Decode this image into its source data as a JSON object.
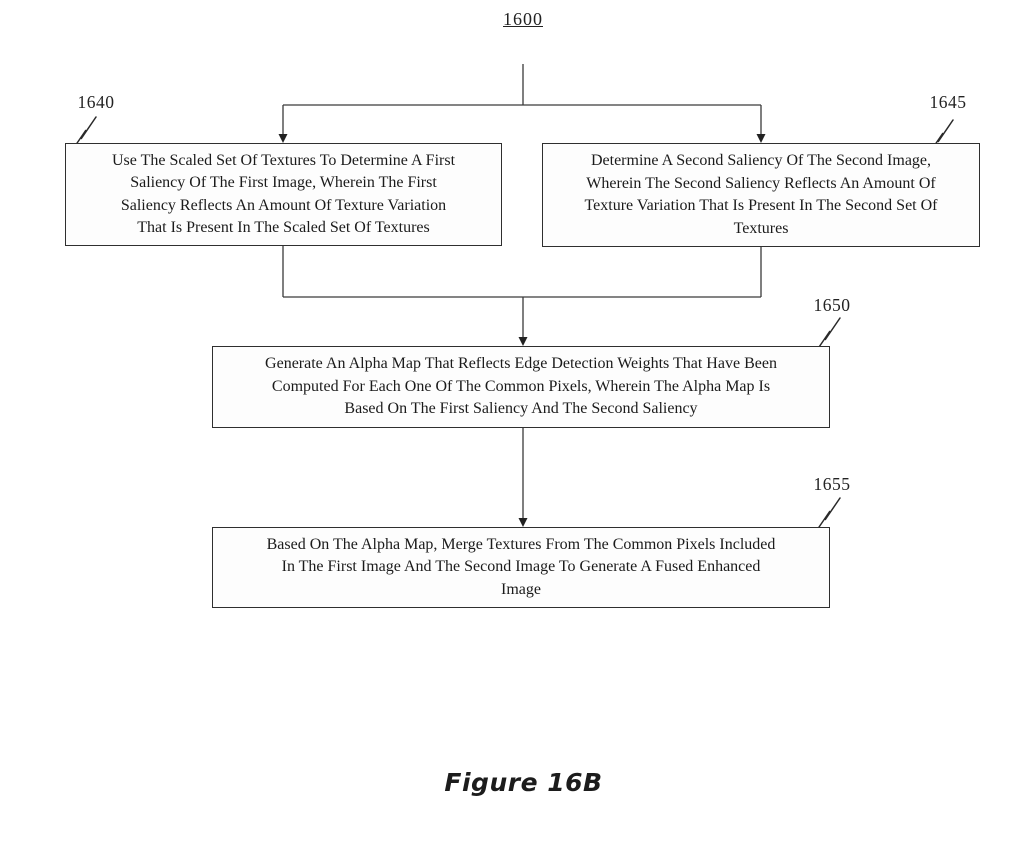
{
  "figure": {
    "diagram_ref": "1600",
    "caption": "Figure 16B"
  },
  "flowchart": {
    "nodes": [
      {
        "ref": "1640",
        "lines": [
          "Use The Scaled Set Of Textures To Determine A First",
          "Saliency Of The First Image, Wherein The First",
          "Saliency Reflects An Amount Of Texture Variation",
          "That Is Present In The Scaled Set Of Textures"
        ]
      },
      {
        "ref": "1645",
        "lines": [
          "Determine A Second Saliency Of The Second Image,",
          "Wherein The Second Saliency Reflects An Amount Of",
          "Texture Variation That Is Present In The Second Set Of",
          "Textures"
        ]
      },
      {
        "ref": "1650",
        "lines": [
          "Generate An Alpha Map That Reflects Edge Detection Weights That Have Been",
          "Computed For Each One Of The Common Pixels, Wherein The Alpha Map Is",
          "Based On The First Saliency And The Second Saliency"
        ]
      },
      {
        "ref": "1655",
        "lines": [
          "Based On The Alpha Map, Merge Textures From The Common Pixels Included",
          "In The First Image And The Second Image To Generate A Fused Enhanced",
          "Image"
        ]
      }
    ]
  },
  "colors": {
    "line": "#3a3a3a",
    "text": "#1e1e1e",
    "background": "#ffffff"
  }
}
